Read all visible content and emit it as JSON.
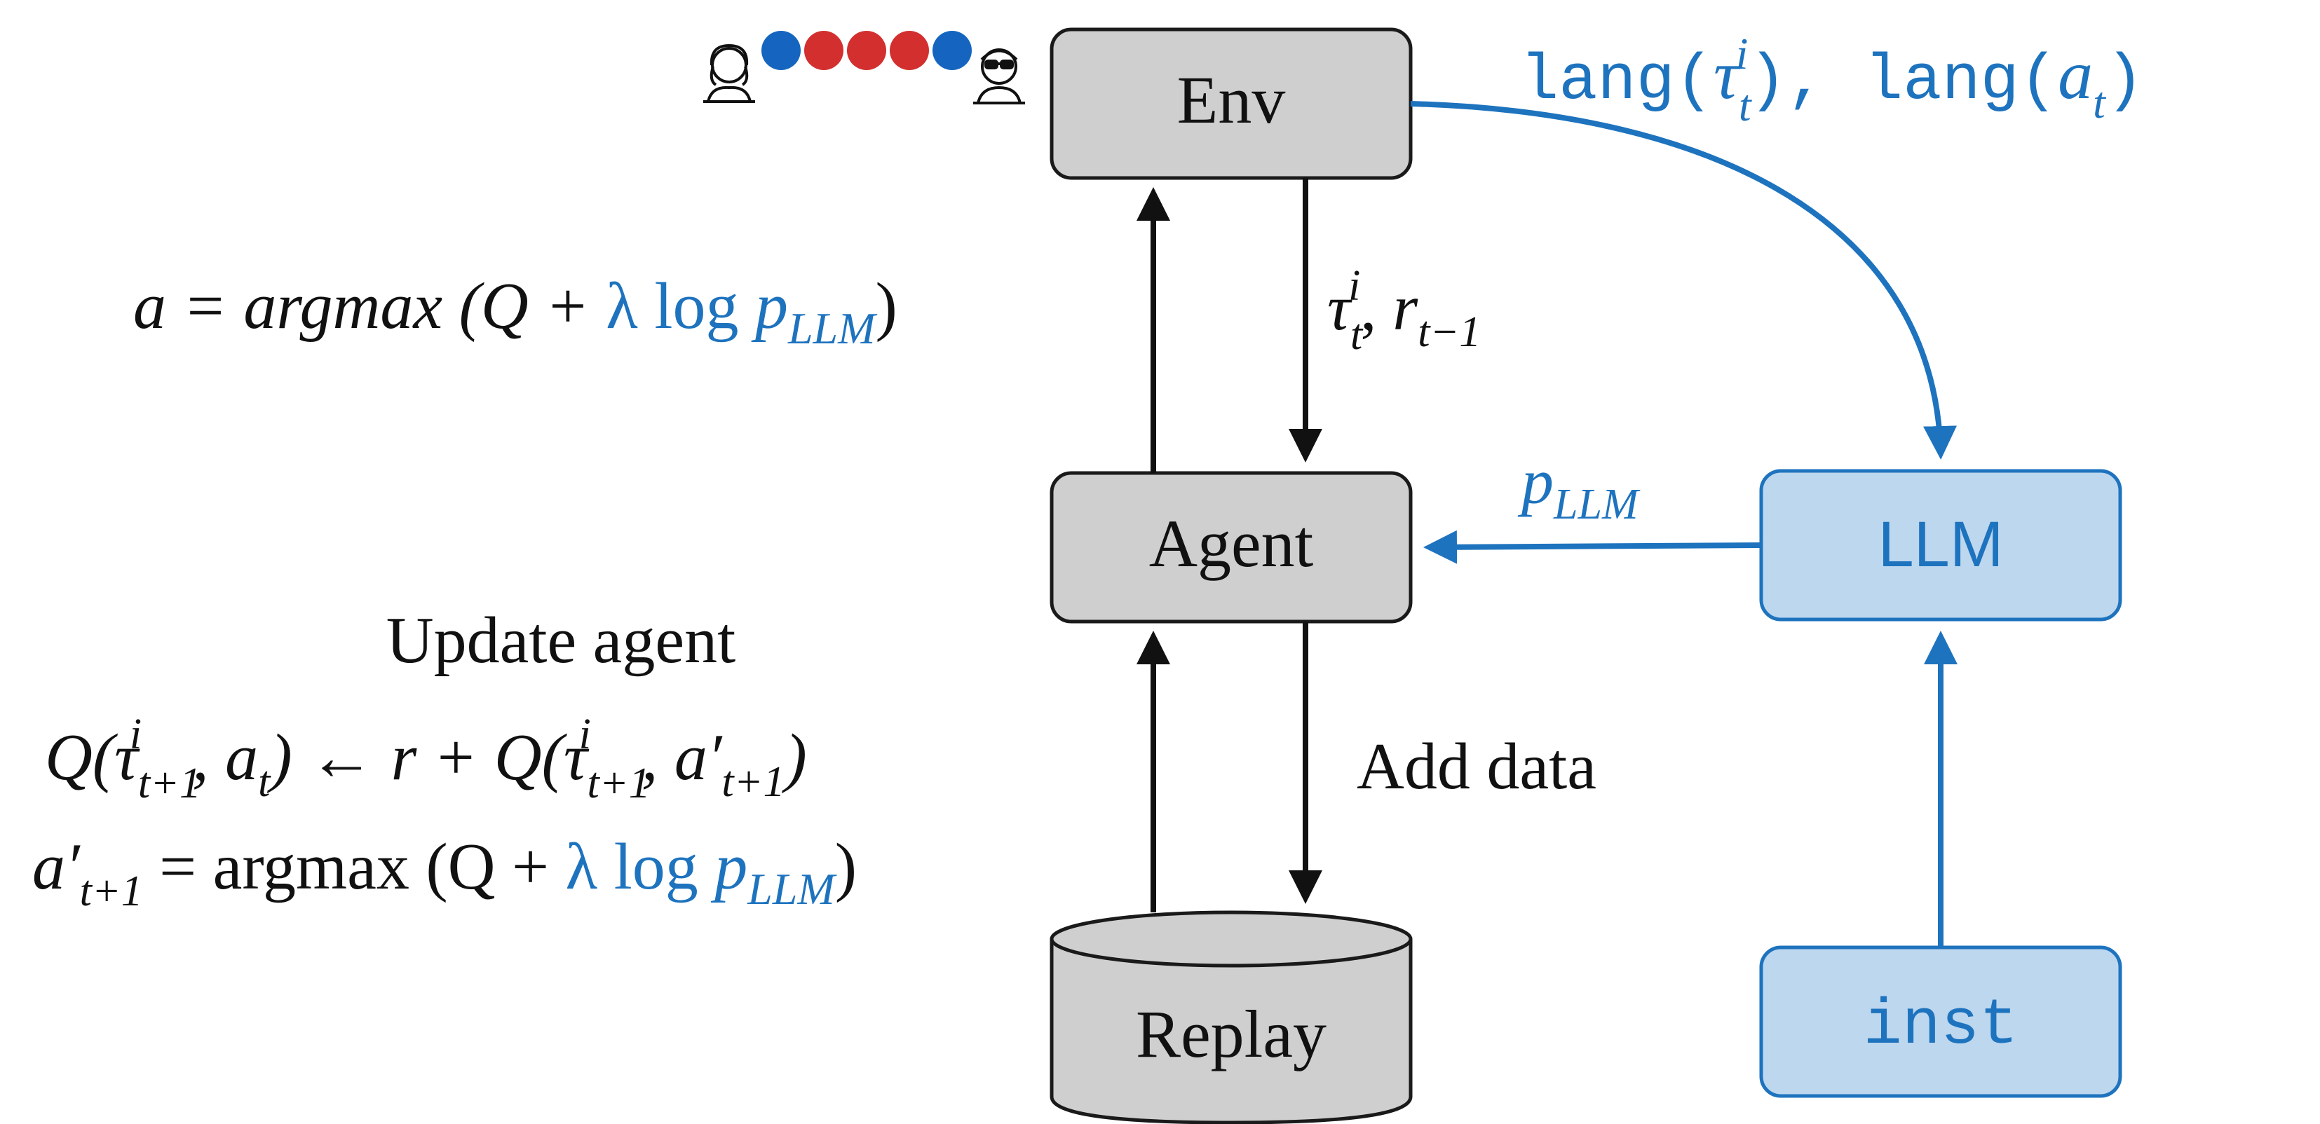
{
  "colors": {
    "accent_blue": "#1e73be",
    "box_blue_fill": "#bdd7ee",
    "box_gray_fill": "#d0cfd0",
    "ink": "#111111",
    "dot_blue": "#1565c0",
    "dot_red": "#d32f2f"
  },
  "nodes": {
    "env": "Env",
    "agent": "Agent",
    "replay": "Replay",
    "llm": "LLM",
    "inst": "inst"
  },
  "env_output": {
    "lang_tau_prefix": "lang(",
    "tau": "τ",
    "tau_sub": "t",
    "tau_sup": "i",
    "mid": "), lang(",
    "a": "a",
    "a_sub": "t",
    "close": ")"
  },
  "env_to_agent": {
    "tau": "τ",
    "tau_sub": "t",
    "tau_sup": "i",
    "comma": ", ",
    "r": "r",
    "r_sub": "t−1"
  },
  "p_llm_label": {
    "p": "p",
    "sub": "LLM"
  },
  "action_rule": {
    "lhs": "a = argmax (Q + ",
    "lambda_log": "λ log ",
    "p": "p",
    "p_sub": "LLM",
    "close": ")"
  },
  "update": {
    "title": "Update agent",
    "line1": {
      "q1": "Q(τ",
      "sub1": "t+1",
      "sup1": "i",
      "mid1": ", a",
      "sub2": "t",
      "mid2": ") ← r + Q(τ",
      "sub3": "t+1",
      "sup3": "i",
      "mid3": ", a′",
      "sub4": "t+1",
      "close": ")"
    },
    "line2": {
      "a": "a′",
      "a_sub": "t+1",
      "rhs": " = argmax (Q + ",
      "lambda_log": "λ log ",
      "p": "p",
      "p_sub": "LLM",
      "close": ")"
    }
  },
  "add_data": "Add data",
  "dots": [
    "blue",
    "red",
    "red",
    "red",
    "blue"
  ],
  "icons": [
    "woman-avatar-icon",
    "man-sunglasses-avatar-icon"
  ]
}
